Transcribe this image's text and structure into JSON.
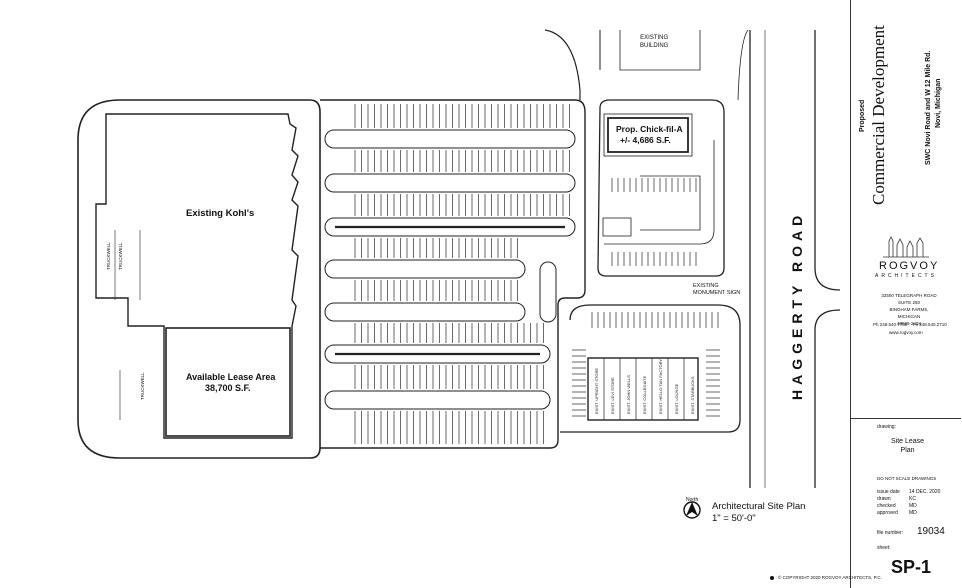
{
  "plan": {
    "existing_building": "EXISTING\nBUILDING",
    "kohls": "Existing Kohl's",
    "lease_area_title": "Available Lease Area",
    "lease_area_size": "38,700 S.F.",
    "chickfila_name": "Prop. Chick-fil-A",
    "chickfila_size": "+/- 4,686 S.F.",
    "road_name": "HAGGERTY ROAD",
    "monument_sign": "EXISTING\nMONUMENT SIGN",
    "small_label": "TRUCKWELL",
    "retail_units": [
      "EXIST. UPRIGHT STORE",
      "EXIST. LEVI STORE",
      "EXIST. JOHN WELLS",
      "EXIST. COLLEGIATE",
      "EXIST. HELLO TAN FACTORY",
      "EXIST. LOUNGE",
      "EXIST. STARBUCKS"
    ]
  },
  "legend": {
    "north": "North",
    "title": "Architectural Site Plan",
    "scale": "1\" = 50'-0\""
  },
  "titleblock": {
    "proposed": "Proposed",
    "project": "Commercial Development",
    "location1": "SWC Novi Road and W 12 Mile Rd.",
    "location2": "Novi, Michigan",
    "firm": "ROGVOY",
    "firm_sub": "ARCHITECTS",
    "address": [
      "32500 TELEGRAPH ROAD",
      "SUITE 250",
      "BINGHAM FARMS, MICHIGAN",
      "48025-2404"
    ],
    "phone": "Ph 248.540.7700",
    "fax": "Fx 248.540.2710",
    "web": "www.rogvoy.com",
    "drawing_label": "drawing:",
    "drawing_title": "Site Lease\nPlan",
    "do_not_scale": "DO NOT SCALE DRAWINGS",
    "issue_label": "issue date",
    "issue_value": "14 DEC. 2020",
    "drawn_label": "drawn",
    "drawn_value": "KC",
    "checked_label": "checked",
    "checked_value": "MD",
    "approved_label": "approved",
    "approved_value": "MD",
    "file_label": "file number:",
    "file_value": "19034",
    "sheet_label": "sheet:",
    "sheet_value": "SP-1",
    "copyright": "© COPYRIGHT 2020 ROGVOY ARCHITECTS, P.C."
  }
}
